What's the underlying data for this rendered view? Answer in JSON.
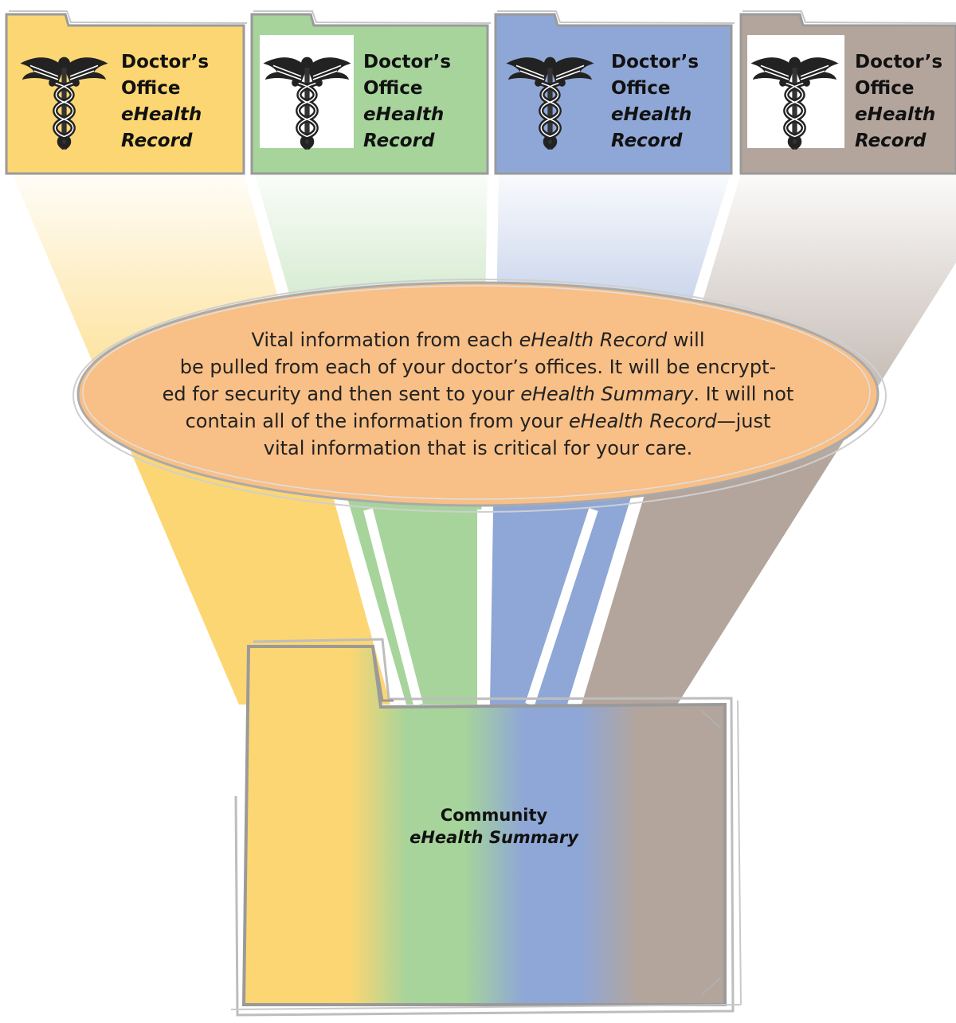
{
  "colors": {
    "yellow": "#fcd672",
    "green": "#a6d49b",
    "blue": "#8fa7d6",
    "taupe": "#b3a59c",
    "bubble": "#f8bf86",
    "outline": "#9a9a9a"
  },
  "folders": [
    {
      "line1": "Doctor’s",
      "line2": "Office",
      "line3": "eHealth",
      "line4": "Record",
      "color": "yellow",
      "icon": "caduceus-icon"
    },
    {
      "line1": "Doctor’s",
      "line2": "Office",
      "line3": "eHealth",
      "line4": "Record",
      "color": "green",
      "icon": "caduceus-icon"
    },
    {
      "line1": "Doctor’s",
      "line2": "Office",
      "line3": "eHealth",
      "line4": "Record",
      "color": "blue",
      "icon": "caduceus-icon"
    },
    {
      "line1": "Doctor’s",
      "line2": "Office",
      "line3": "eHealth",
      "line4": "Record",
      "color": "taupe",
      "icon": "caduceus-icon"
    }
  ],
  "bubble": {
    "l1a": "Vital information from each ",
    "l1b": "eHealth Record",
    "l1c": " will",
    "l2": "be pulled from each of your doctor’s offices. It will be encrypt-",
    "l3a": "ed for security and then sent to your ",
    "l3b": "eHealth Summary",
    "l3c": ". It will not",
    "l4a": "contain all of the information from your ",
    "l4b": "eHealth Record",
    "l4c": "—just",
    "l5": "vital information that is critical for your care."
  },
  "summary": {
    "line1": "Community",
    "line2": "eHealth Summary"
  }
}
